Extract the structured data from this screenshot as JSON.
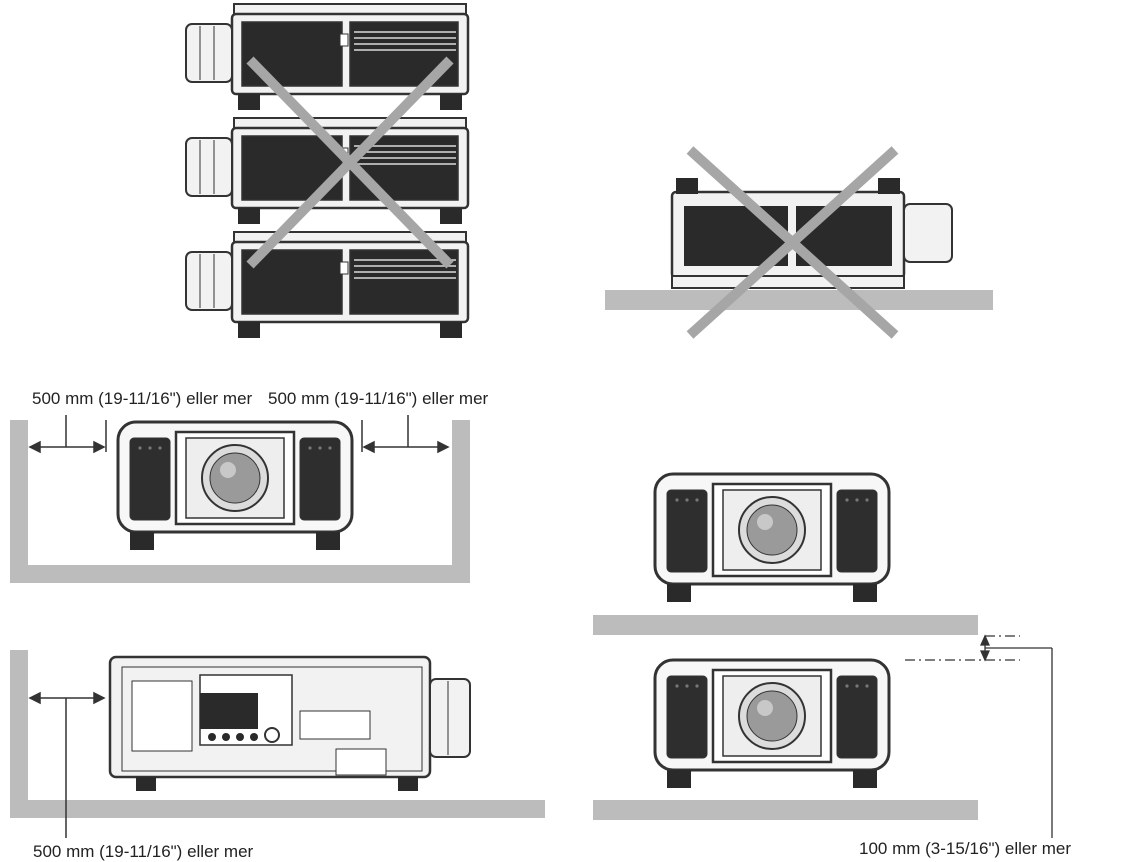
{
  "labels": {
    "left_clearance": "500 mm (19-11/16\") eller mer",
    "right_clearance": "500 mm (19-11/16\") eller mer",
    "rear_clearance": "500 mm (19-11/16\") eller mer",
    "vertical_clearance": "100 mm (3-15/16\") eller mer"
  },
  "colors": {
    "line": "#333333",
    "floor": "#bcbcbc",
    "body": "#f2f2f2",
    "panel": "#2a2a2a",
    "cross": "#a6a6a6"
  }
}
